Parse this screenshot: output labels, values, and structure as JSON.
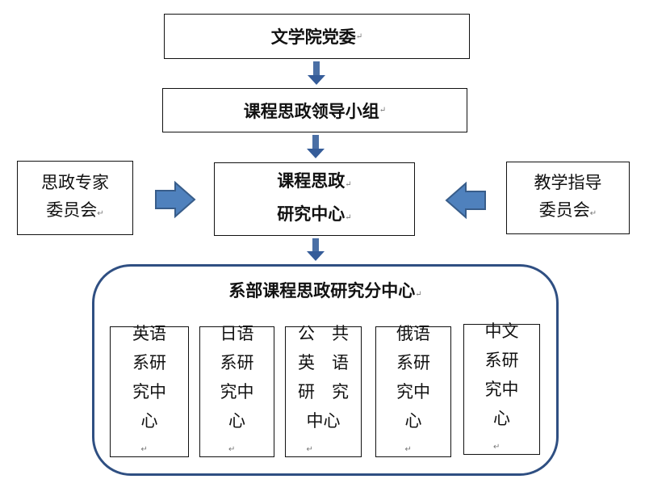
{
  "nodes": {
    "party_committee": {
      "label": "文学院党委"
    },
    "leading_group": {
      "label": "课程思政领导小组"
    },
    "center": {
      "line1": "课程思政",
      "line2": "研究中心"
    },
    "expert_committee": {
      "line1": "思政专家",
      "line2": "委员会"
    },
    "teaching_committee": {
      "line1": "教学指导",
      "line2": "委员会"
    },
    "dept_group": {
      "title": "系部课程思政研究分中心"
    }
  },
  "sub_centers": [
    {
      "lines": [
        "英语",
        "系研",
        "究中",
        "心"
      ]
    },
    {
      "lines": [
        "日语",
        "系研",
        "究中",
        "心"
      ]
    },
    {
      "lines": [
        "公　共",
        "英　语",
        "研　究",
        "中心"
      ]
    },
    {
      "lines": [
        "俄语",
        "系研",
        "究中",
        "心"
      ]
    },
    {
      "lines": [
        "中文",
        "系研",
        "究中",
        "心"
      ]
    }
  ],
  "colors": {
    "arrow": "#4a6fa5",
    "arrow_dark": "#355c99",
    "group_border": "#2f4f82"
  },
  "icons": {
    "return_mark": "↵"
  }
}
